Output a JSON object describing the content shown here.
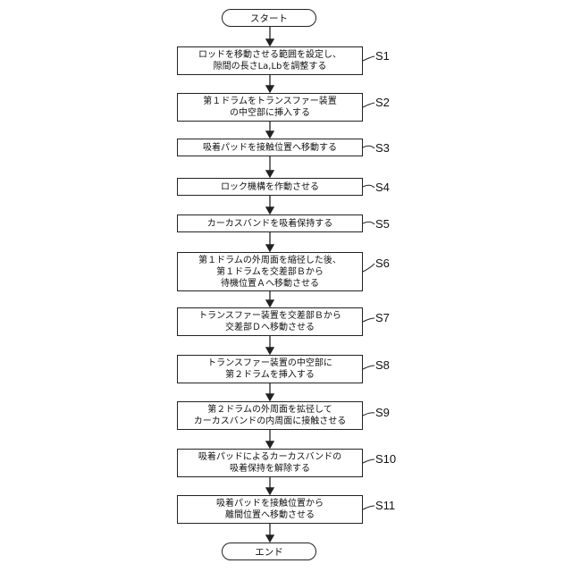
{
  "start_label": "スタート",
  "end_label": "エンド",
  "steps": [
    {
      "id": "S1",
      "text": "ロッドを移動させる範囲を設定し、\n隙間の長さLa,Lbを調整する"
    },
    {
      "id": "S2",
      "text": "第１ドラムをトランスファー装置\nの中空部に挿入する"
    },
    {
      "id": "S3",
      "text": "吸着パッドを接触位置へ移動する"
    },
    {
      "id": "S4",
      "text": "ロック機構を作動させる"
    },
    {
      "id": "S5",
      "text": "カーカスバンドを吸着保持する"
    },
    {
      "id": "S6",
      "text": "第１ドラムの外周面を縮径した後、\n第１ドラムを交差部Ｂから\n待機位置Ａへ移動させる"
    },
    {
      "id": "S7",
      "text": "トランスファー装置を交差部Ｂから\n交差部Ｄへ移動させる"
    },
    {
      "id": "S8",
      "text": "トランスファー装置の中空部に\n第２ドラムを挿入する"
    },
    {
      "id": "S9",
      "text": "第２ドラムの外周面を拡径して\nカーカスバンドの内周面に接触させる"
    },
    {
      "id": "S10",
      "text": "吸着パッドによるカーカスバンドの\n吸着保持を解除する"
    },
    {
      "id": "S11",
      "text": "吸着パッドを接触位置から\n離間位置へ移動させる"
    }
  ]
}
